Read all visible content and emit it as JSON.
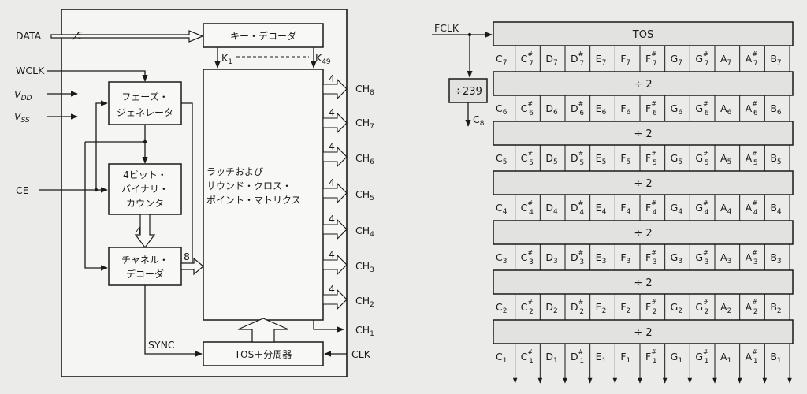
{
  "left": {
    "inputs": {
      "data": "DATA",
      "data_bus": "6",
      "wclk": "WCLK",
      "vdd": "V",
      "vdd_sub": "DD",
      "vss": "V",
      "vss_sub": "SS",
      "ce": "CE"
    },
    "blocks": {
      "key_decoder": "キー・デコーダ",
      "phase_gen_l1": "フェーズ・",
      "phase_gen_l2": "ジェネレータ",
      "counter_l1": "4ビット・",
      "counter_l2": "バイナリ・",
      "counter_l3": "カウンタ",
      "chan_dec_l1": "チャネル・",
      "chan_dec_l2": "デコーダ",
      "matrix_l1": "ラッチおよび",
      "matrix_l2": "サウンド・クロス・",
      "matrix_l3": "ポイント・マトリクス",
      "tos_div": "TOS＋分周器"
    },
    "keys": {
      "k1": "K",
      "k1_sub": "1",
      "k49": "K",
      "k49_sub": "49"
    },
    "bus_widths": {
      "counter_to_decoder": "4",
      "decoder_to_matrix": "8",
      "channel": "4"
    },
    "channels": [
      {
        "label": "CH",
        "sub": "8"
      },
      {
        "label": "CH",
        "sub": "7"
      },
      {
        "label": "CH",
        "sub": "6"
      },
      {
        "label": "CH",
        "sub": "5"
      },
      {
        "label": "CH",
        "sub": "4"
      },
      {
        "label": "CH",
        "sub": "3"
      },
      {
        "label": "CH",
        "sub": "2"
      },
      {
        "label": "CH",
        "sub": "1"
      }
    ],
    "sync": "SYNC",
    "clk": "CLK"
  },
  "right": {
    "fclk": "FCLK",
    "tos": "TOS",
    "div239": "÷239",
    "c8": {
      "label": "C",
      "sub": "8"
    },
    "divider_label": "÷ 2",
    "notes": [
      "C",
      "C#",
      "D",
      "D#",
      "E",
      "F",
      "F#",
      "G",
      "G#",
      "A",
      "A#",
      "B"
    ],
    "octaves": [
      "7",
      "6",
      "5",
      "4",
      "3",
      "2",
      "1"
    ]
  }
}
